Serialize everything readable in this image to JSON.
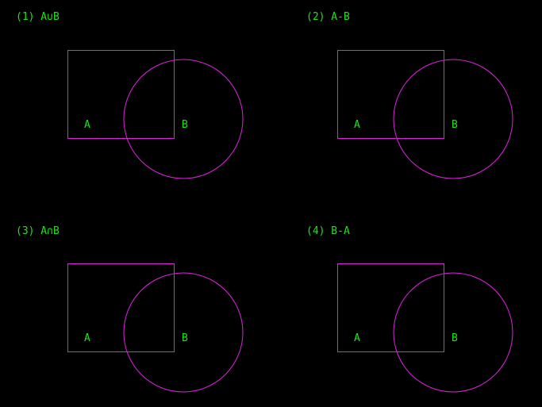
{
  "colors": {
    "background": "#000000",
    "shape_stroke": "#e020e0",
    "text": "#19e619"
  },
  "panels": [
    {
      "title": "(1)  A∪B",
      "label_a": "A",
      "label_b": "B"
    },
    {
      "title": "(2)  A-B",
      "label_a": "A",
      "label_b": "B"
    },
    {
      "title": "(3)  A∩B",
      "label_a": "A",
      "label_b": "B"
    },
    {
      "title": "(4)  B-A",
      "label_a": "A",
      "label_b": "B"
    }
  ]
}
